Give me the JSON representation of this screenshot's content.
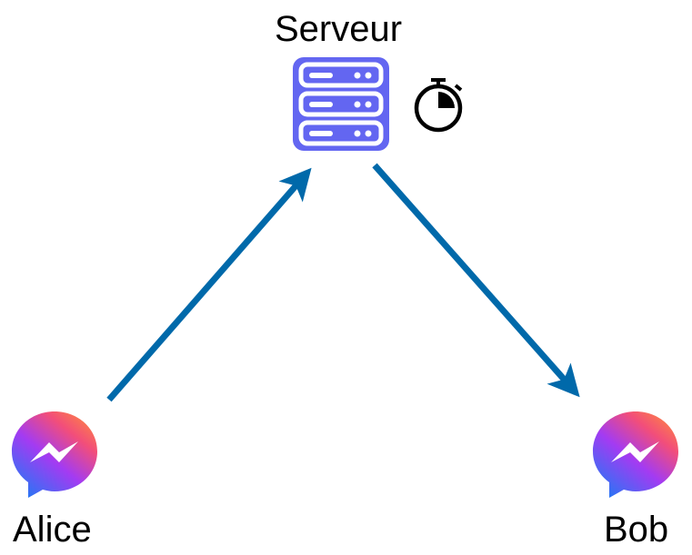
{
  "nodes": {
    "server": {
      "label": "Serveur",
      "icon": "server-icon"
    },
    "alice": {
      "label": "Alice",
      "icon": "messenger-icon"
    },
    "bob": {
      "label": "Bob",
      "icon": "messenger-icon"
    }
  },
  "timer": {
    "icon": "stopwatch-icon"
  },
  "edges": [
    {
      "from": "alice",
      "to": "server"
    },
    {
      "from": "server",
      "to": "bob"
    }
  ],
  "colors": {
    "arrow": "#0069AA",
    "server": "#6366F1",
    "messenger_gradient": [
      "#A33BF2",
      "#F24E7A",
      "#2E8BFF"
    ]
  }
}
